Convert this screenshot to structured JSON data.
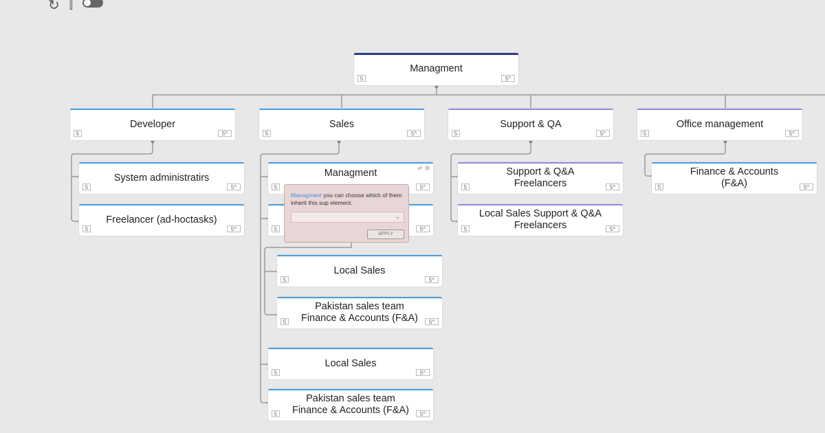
{
  "toolbar": {
    "refresh_icon": "↻",
    "layout_icon": "⫿",
    "toggle_state": "off"
  },
  "colors": {
    "dark_blue": "#2e3f86",
    "blue": "#4a9ee0",
    "purple": "#9b86e0",
    "line": "#999999"
  },
  "root": {
    "label": "Managment",
    "badge_left": "5",
    "badge_right": "5^"
  },
  "developer": {
    "label": "Developer",
    "badge_left": "5",
    "badge_right": "5^"
  },
  "sales": {
    "label": "Sales",
    "badge_left": "5",
    "badge_right": "5^"
  },
  "support": {
    "label": "Support & QA",
    "badge_left": "5",
    "badge_right": "5^"
  },
  "office": {
    "label": "Office management",
    "badge_left": "5",
    "badge_right": "5^"
  },
  "sysadmin": {
    "label": "System administratirs",
    "badge_left": "5",
    "badge_right": "5^"
  },
  "freelancer": {
    "label": "Freelancer (ad-hoctasks)",
    "badge_left": "5",
    "badge_right": "5^"
  },
  "sales_mgmt": {
    "label": "Managment",
    "badge_left": "5",
    "badge_right": "5^",
    "icons": "⇄ ⊟"
  },
  "sales_hidden": {
    "label": "",
    "badge_left": "5",
    "badge_right": "5^"
  },
  "local_sales_1": {
    "label": "Local Sales",
    "badge_left": "5",
    "badge_right": "5^"
  },
  "pakistan_1": {
    "line1": "Pakistan sales team",
    "line2": "Finance & Accounts (F&A)",
    "badge_left": "5",
    "badge_right": "5^"
  },
  "local_sales_2": {
    "label": "Local Sales",
    "badge_left": "5",
    "badge_right": "5^"
  },
  "pakistan_2": {
    "line1": "Pakistan sales team",
    "line2": "Finance & Accounts (F&A)",
    "badge_left": "5",
    "badge_right": "5^"
  },
  "support_free": {
    "line1": "Support & Q&A",
    "line2": "Freelancers",
    "badge_left": "5",
    "badge_right": "5^"
  },
  "local_support": {
    "line1": "Local Sales Support & Q&A",
    "line2": "Freelancers",
    "badge_left": "5",
    "badge_right": "5^"
  },
  "finance": {
    "line1": "Finance & Accounts",
    "line2": "(F&A)",
    "badge_left": "5",
    "badge_right": "5^"
  },
  "popup": {
    "highlight": "Managment",
    "message": " you can choose which of them inherit this sup element.",
    "select_value": "",
    "apply_label": "APPLY"
  }
}
